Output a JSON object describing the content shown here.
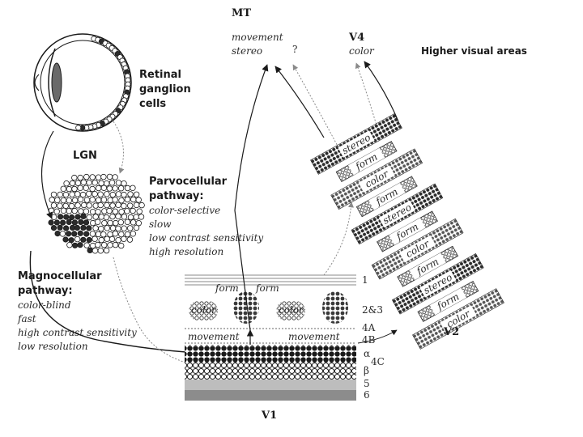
{
  "areas": {
    "mt": {
      "title": "MT",
      "lines": [
        "movement",
        "stereo"
      ],
      "question": "?"
    },
    "v4": {
      "title": "V4",
      "lines": [
        "color"
      ]
    },
    "higher": "Higher visual areas"
  },
  "retina": {
    "label": [
      "Retinal",
      "ganglion",
      "cells"
    ]
  },
  "lgn": {
    "label": "LGN"
  },
  "parvo": {
    "title": [
      "Parvocellular",
      "pathway:"
    ],
    "props": [
      "color-selective",
      "slow",
      "low contrast sensitivity",
      "high resolution"
    ]
  },
  "magno": {
    "title": [
      "Magnocellular",
      "pathway:"
    ],
    "props": [
      "color-blind",
      "fast",
      "high contrast sensitivity",
      "low resolution"
    ]
  },
  "v1": {
    "label": "V1",
    "words": {
      "form1": "form",
      "form2": "form",
      "color1": "color",
      "color2": "color",
      "movement1": "movement",
      "movement2": "movement"
    },
    "layers": [
      "1",
      "2&3",
      "4A",
      "4B",
      "α",
      "4C",
      "β",
      "5",
      "6"
    ]
  },
  "v2": {
    "label": "V2",
    "stripes": [
      "stereo",
      "form",
      "color",
      "form",
      "stereo",
      "form",
      "color",
      "form",
      "stereo",
      "form",
      "color"
    ]
  },
  "colors": {
    "ink": "#1a1a1a",
    "magno": "#2b2b2b",
    "arrowGrey": "#8a8a8a",
    "layer5": "#bdbdbd",
    "layer6": "#8c8c8c"
  }
}
